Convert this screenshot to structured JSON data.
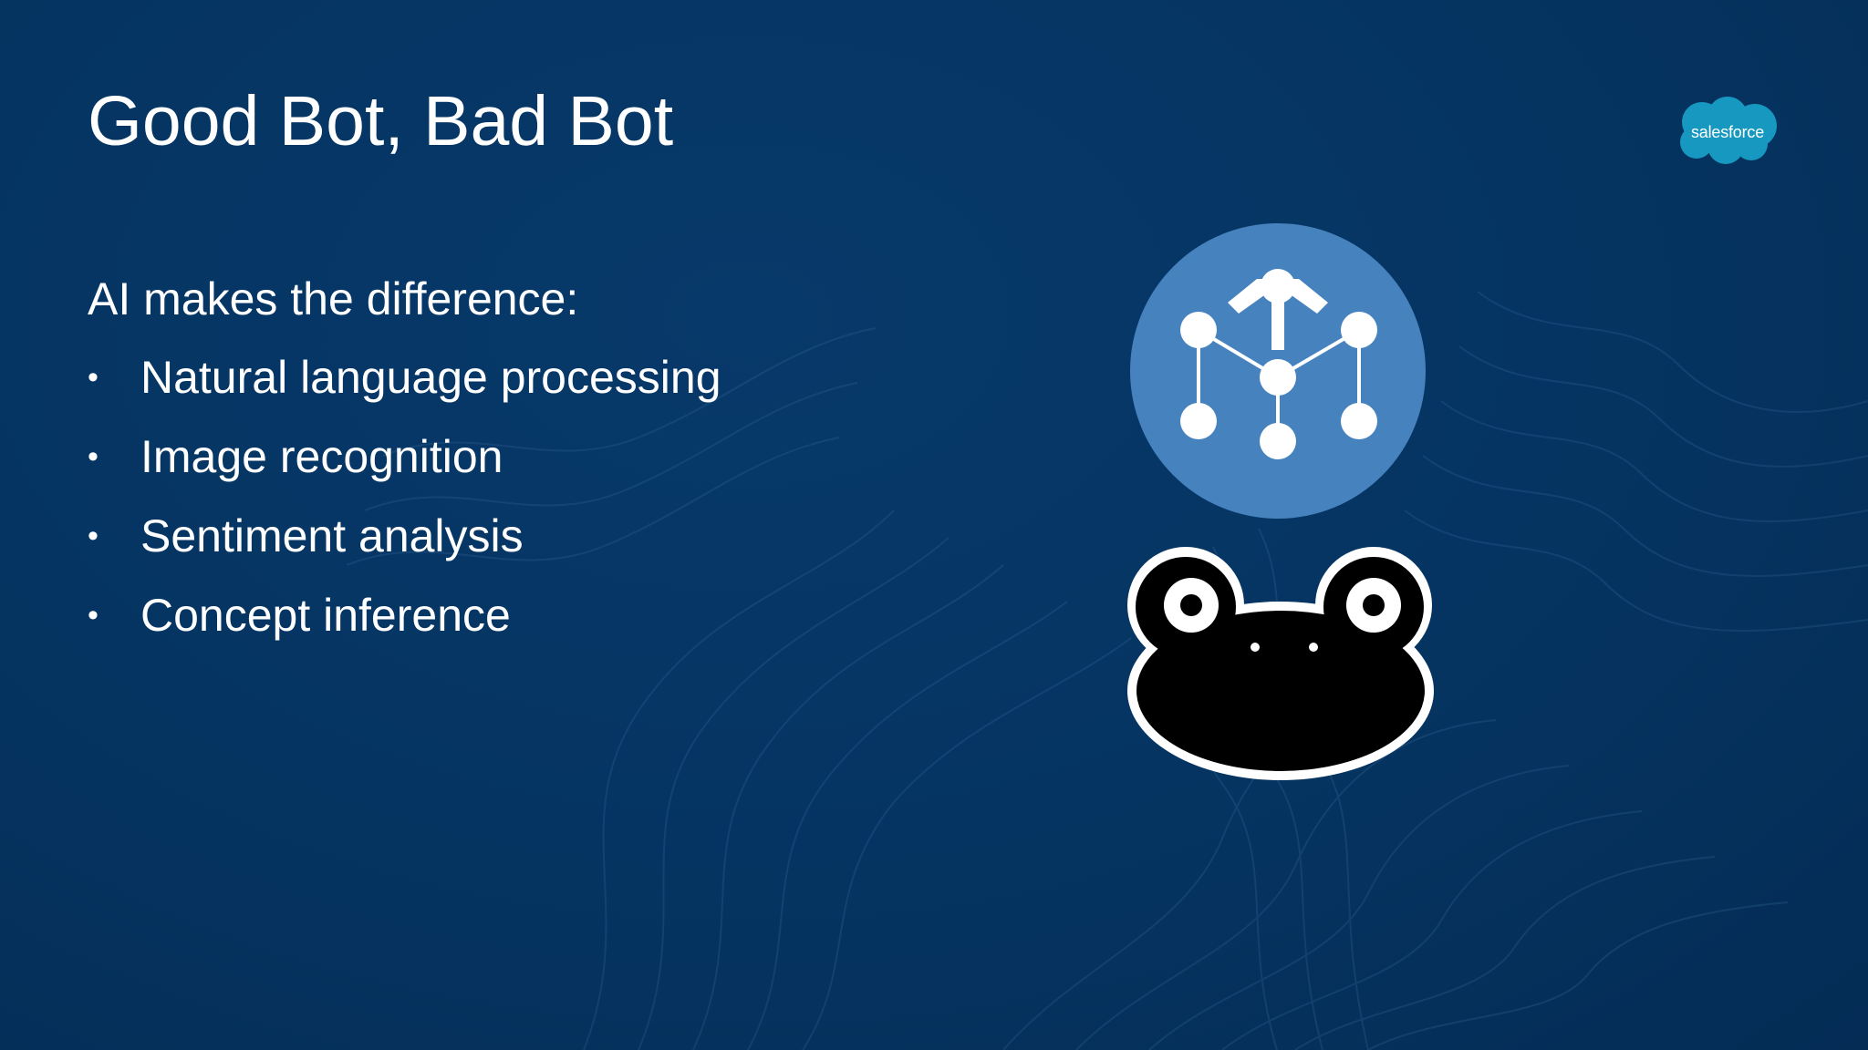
{
  "slide": {
    "title": "Good Bot, Bad Bot",
    "logo_text": "salesforce",
    "intro": "AI makes the difference:",
    "bullets": [
      "Natural language processing",
      "Image recognition",
      "Sentiment analysis",
      "Concept inference"
    ],
    "bullet_symbol": "•"
  },
  "colors": {
    "background": "#053461",
    "logo_blue": "#1798c1",
    "icon_circle": "#4682be",
    "text": "#ffffff"
  },
  "icons": {
    "logo": "salesforce-cloud-logo",
    "ai": "einstein-network-icon",
    "frog": "frog-bot-icon"
  }
}
